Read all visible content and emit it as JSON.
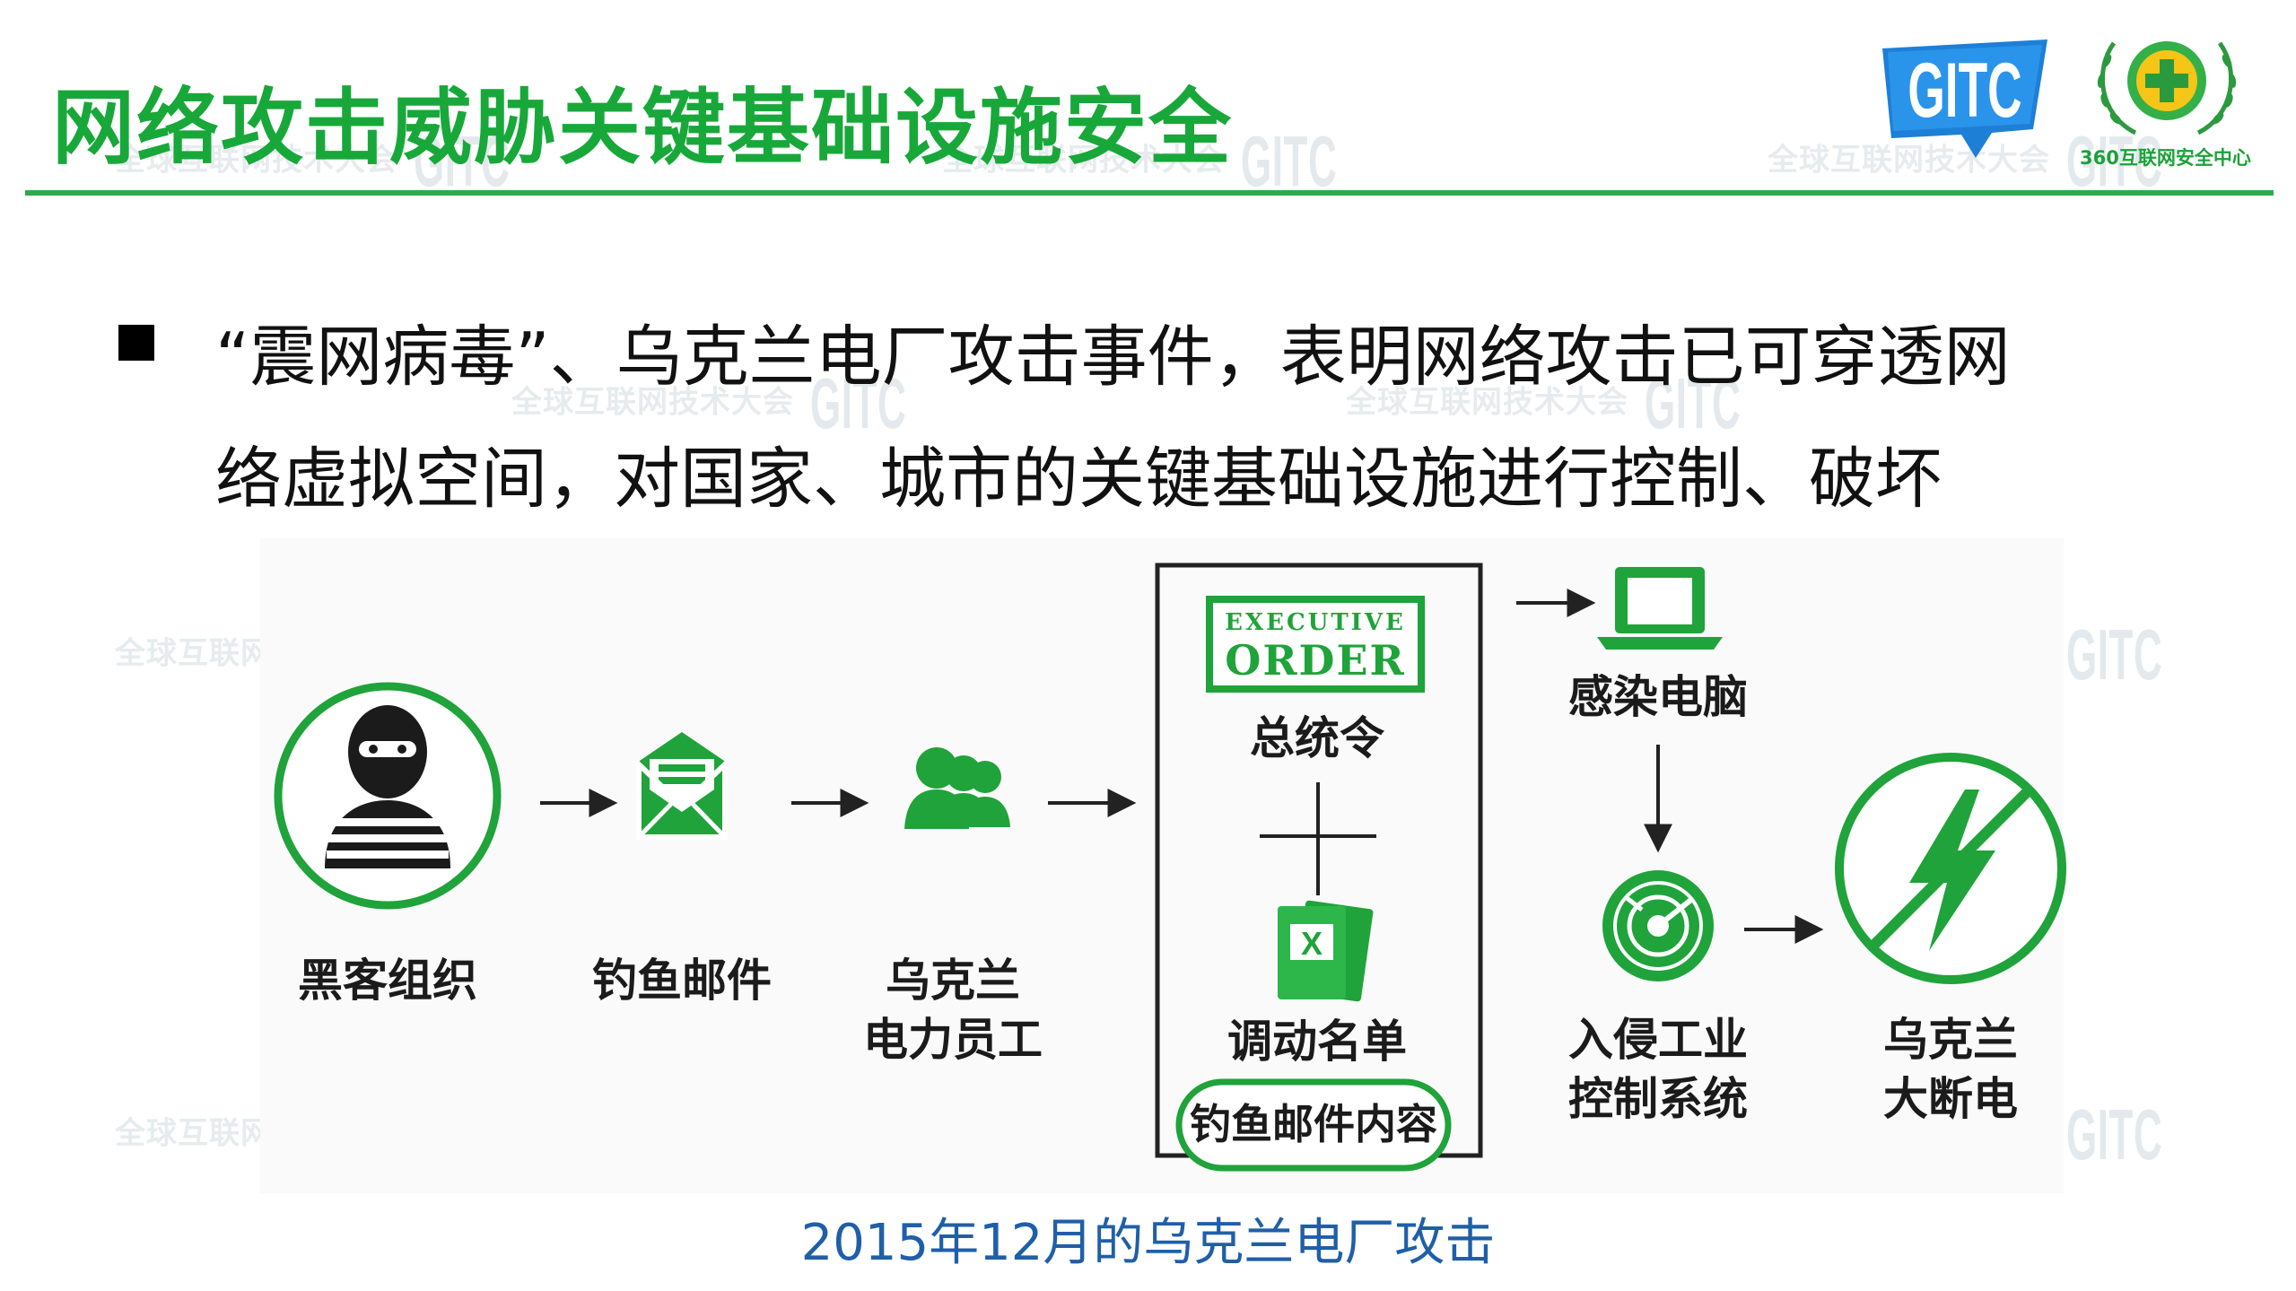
{
  "slide": {
    "title": "网络攻击威胁关键基础设施安全",
    "watermark_text": "全球互联网技术大会",
    "watermark_mark": "GITC"
  },
  "logos": {
    "gitc_text": "GITC",
    "org360_text": "360互联网安全中心"
  },
  "bullet": {
    "line1": "“震网病毒”、乌克兰电厂攻击事件，表明网络攻击已可穿透网",
    "line2": "络虚拟空间，对国家、城市的关键基础设施进行控制、破坏"
  },
  "diagram": {
    "nodes": {
      "hacker": "黑客组织",
      "phishing_mail": "钓鱼邮件",
      "employees_line1": "乌克兰",
      "employees_line2": "电力员工",
      "executive_order_line1": "EXECUTIVE",
      "executive_order_line2": "ORDER",
      "president_order": "总统令",
      "transfer_list": "调动名单",
      "phishing_content": "钓鱼邮件内容",
      "infected_pc": "感染电脑",
      "ics_line1": "入侵工业",
      "ics_line2": "控制系统",
      "blackout_line1": "乌克兰",
      "blackout_line2": "大断电"
    },
    "caption": "2015年12月的乌克兰电厂攻击"
  },
  "colors": {
    "accent_green": "#18a83a",
    "icon_green": "#1fa33a",
    "caption_blue": "#1f5fa8",
    "gitc_blue": "#1e7fd6"
  }
}
